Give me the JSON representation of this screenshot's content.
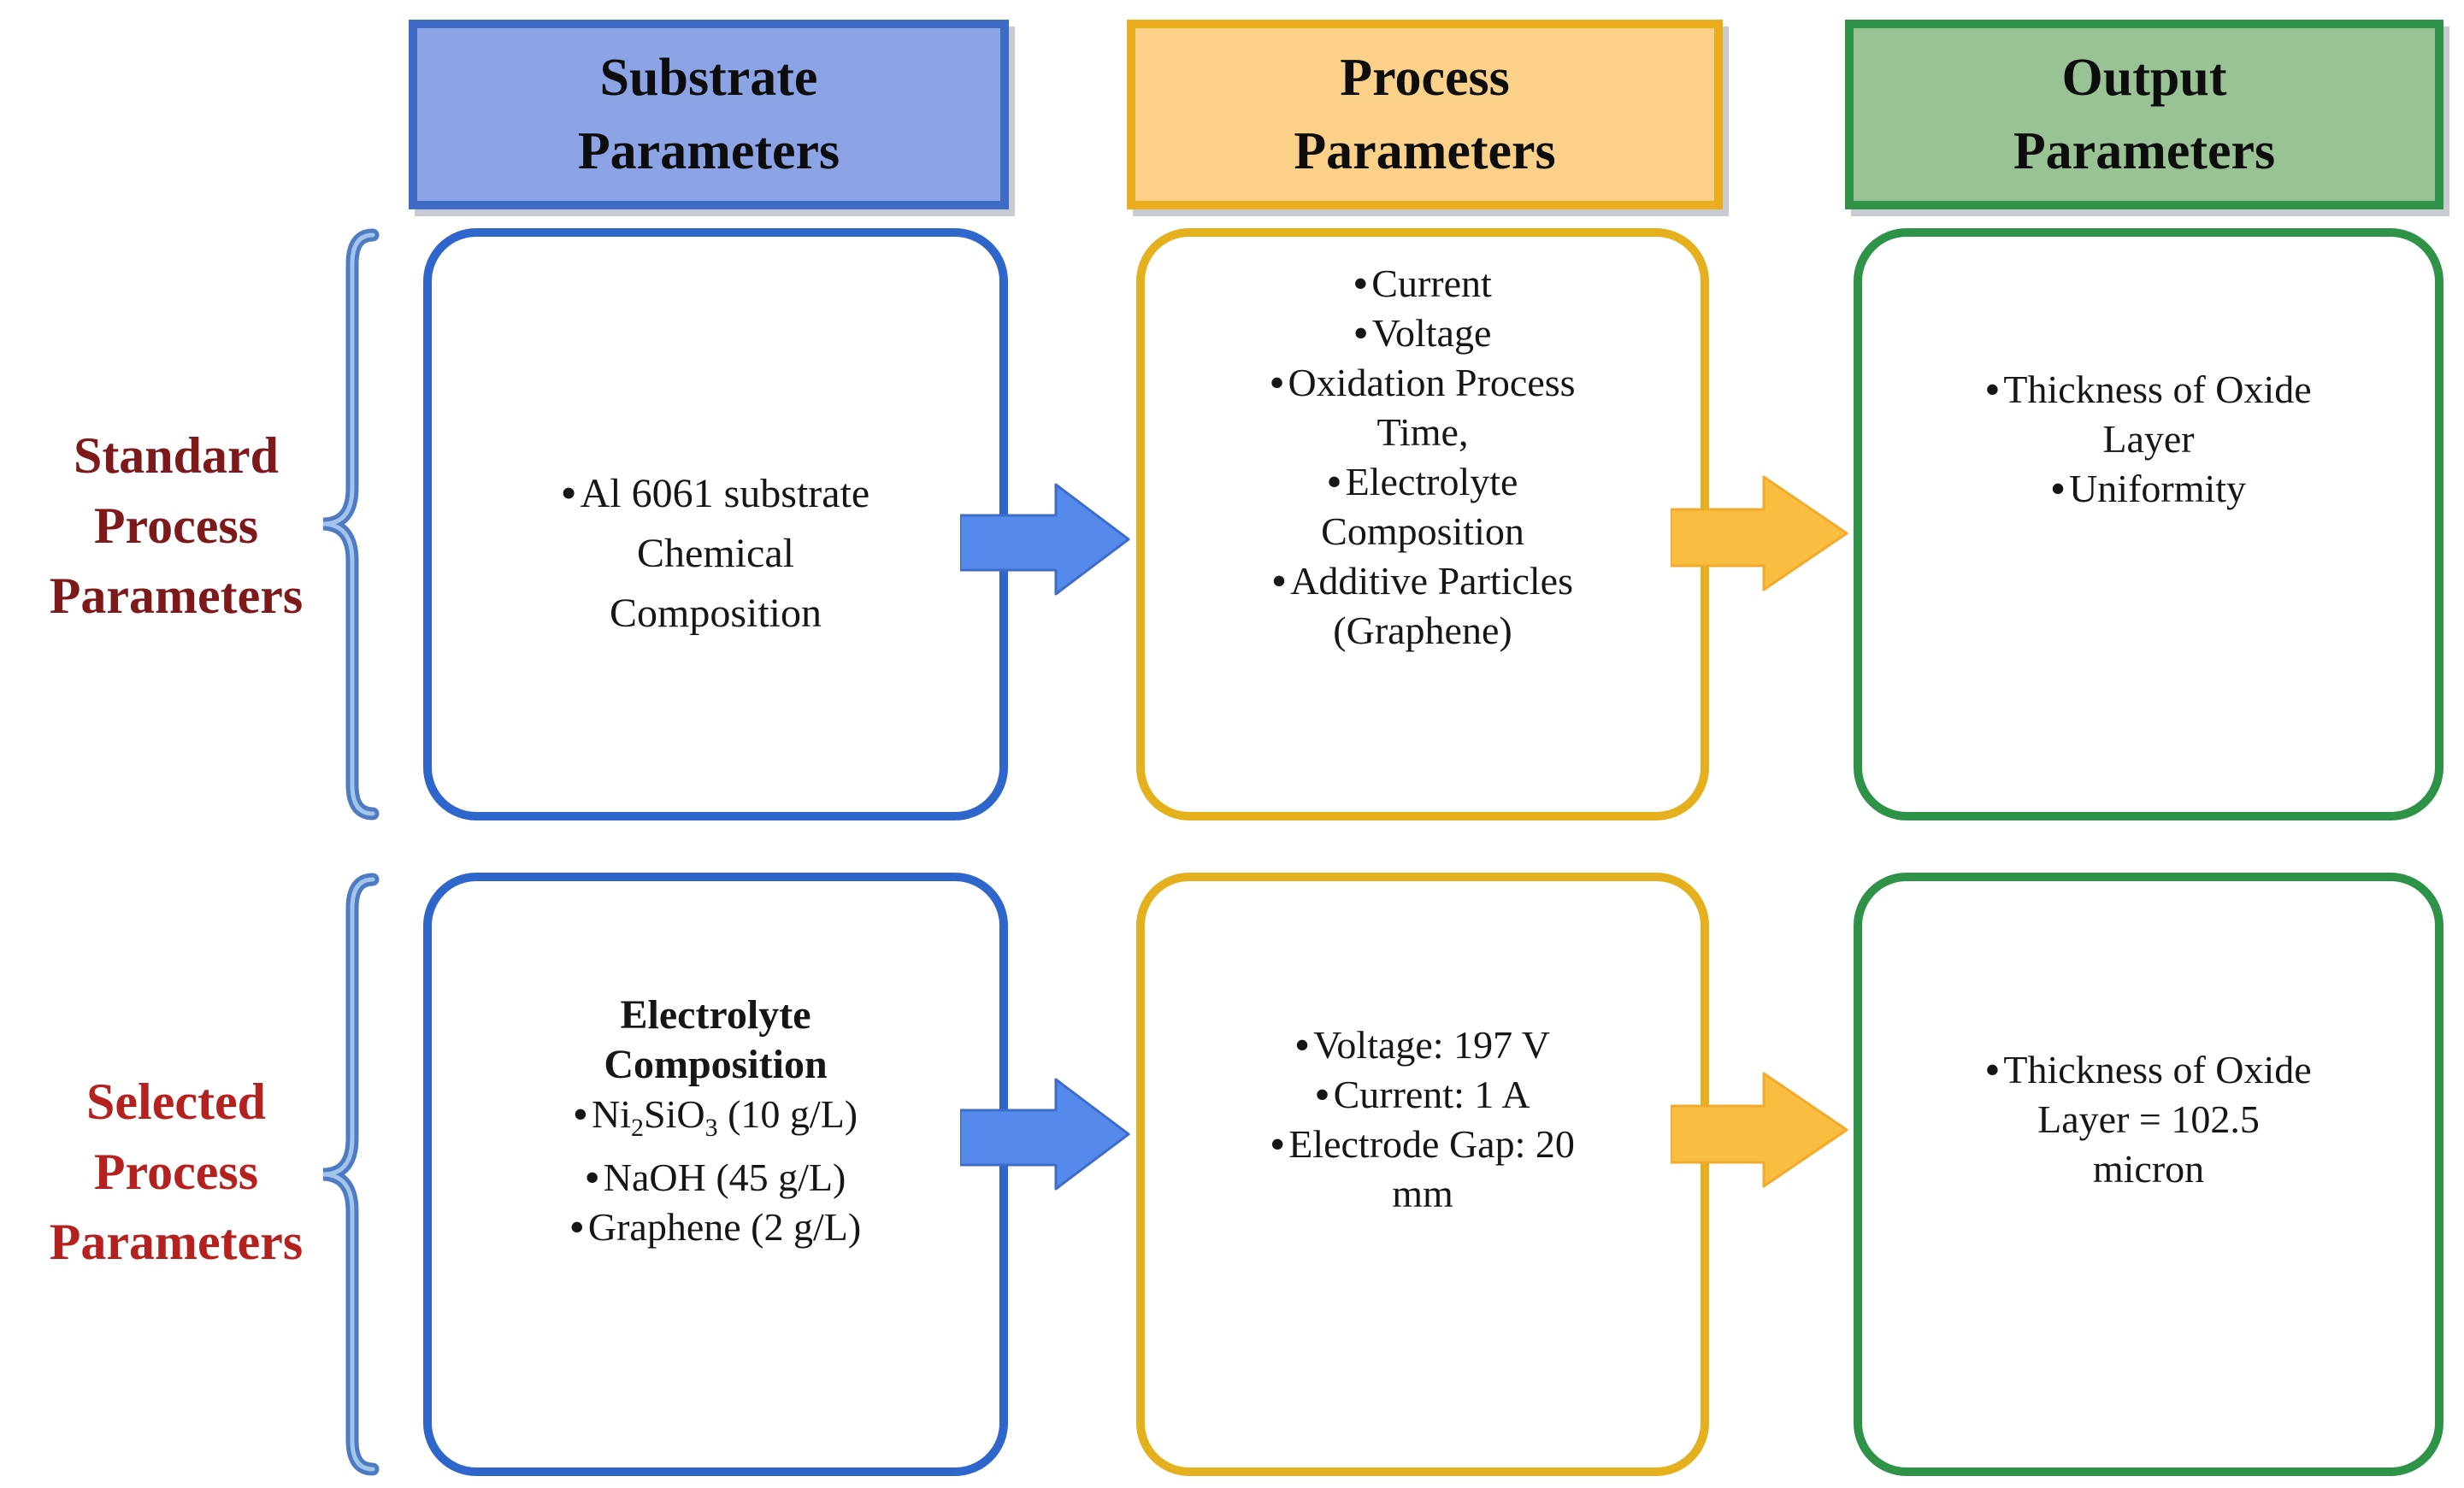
{
  "bullet": "•",
  "colors": {
    "header_blue_fill": "#8CA4E6",
    "header_blue_border": "#3D6BC6",
    "header_yellow_fill": "#FBD189",
    "header_yellow_border": "#EBAD1C",
    "header_green_fill": "#99C394",
    "header_green_border": "#2E9347",
    "box_blue_border": "#2F66CC",
    "box_yellow_border": "#E4B01E",
    "box_green_border": "#2E9347",
    "arrow_blue": "#5589EC",
    "arrow_blue_edge": "#3E6CC9",
    "arrow_yellow": "#FBBD3F",
    "arrow_yellow_edge": "#F0AA2E",
    "brace": "#4E7BC2",
    "brace_highlight": "#A3C4EC",
    "label_standard": "#7E191B",
    "label_selected": "#B5211F",
    "text": "#161616"
  },
  "headers": {
    "substrate": "Substrate\nParameters",
    "process": "Process\nParameters",
    "output": "Output\nParameters"
  },
  "row_labels": {
    "standard": "Standard\nProcess\nParameters",
    "selected": "Selected\nProcess\nParameters"
  },
  "cells": {
    "standard_substrate": {
      "lines": [
        {
          "bullet": true,
          "text": "Al 6061 substrate"
        },
        {
          "bullet": false,
          "text": "Chemical"
        },
        {
          "bullet": false,
          "text": "Composition"
        }
      ]
    },
    "standard_process": {
      "lines": [
        {
          "bullet": true,
          "text": "Current"
        },
        {
          "bullet": true,
          "text": "Voltage"
        },
        {
          "bullet": true,
          "text": "Oxidation Process"
        },
        {
          "bullet": false,
          "text": "Time,"
        },
        {
          "bullet": true,
          "text": "Electrolyte"
        },
        {
          "bullet": false,
          "text": "Composition"
        },
        {
          "bullet": true,
          "text": "Additive Particles"
        },
        {
          "bullet": false,
          "text": "(Graphene)"
        }
      ]
    },
    "standard_output": {
      "lines": [
        {
          "bullet": true,
          "text": "Thickness of Oxide"
        },
        {
          "bullet": false,
          "text": "Layer"
        },
        {
          "bullet": true,
          "text": "Uniformity"
        }
      ]
    },
    "selected_substrate": {
      "heading": "Electrolyte\nComposition",
      "formula": {
        "pre": "Ni",
        "sub1": "2",
        "mid": "SiO",
        "sub2": "3",
        "post": " (10 g/L)"
      },
      "lines": [
        {
          "bullet": true,
          "text": "NaOH (45 g/L)"
        },
        {
          "bullet": true,
          "text": "Graphene (2 g/L)"
        }
      ]
    },
    "selected_process": {
      "lines": [
        {
          "bullet": true,
          "text": "Voltage: 197 V"
        },
        {
          "bullet": true,
          "text": "Current: 1 A"
        },
        {
          "bullet": true,
          "text": "Electrode Gap: 20"
        },
        {
          "bullet": false,
          "text": "mm"
        }
      ]
    },
    "selected_output": {
      "lines": [
        {
          "bullet": true,
          "text": "Thickness of Oxide"
        },
        {
          "bullet": false,
          "text": "Layer = 102.5"
        },
        {
          "bullet": false,
          "text": "micron"
        }
      ]
    }
  }
}
